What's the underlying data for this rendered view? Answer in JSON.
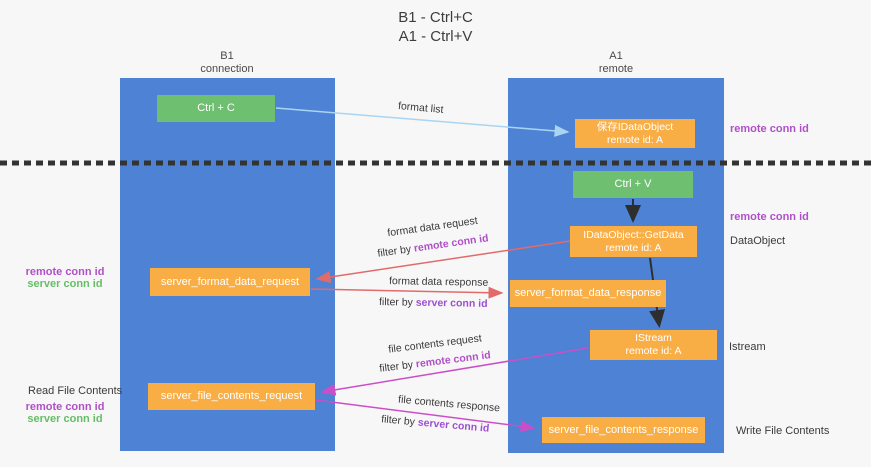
{
  "title": {
    "line1": "B1 - Ctrl+C",
    "line2": "A1 - Ctrl+V"
  },
  "lifelines": {
    "left": {
      "name": "B1",
      "role": "connection"
    },
    "right": {
      "name": "A1",
      "role": "remote"
    }
  },
  "boxes": {
    "ctrl_c": {
      "label": "Ctrl + C"
    },
    "ctrl_v": {
      "label": "Ctrl + V"
    },
    "save_dataobject": {
      "line1": "保存IDataObject",
      "line2": "remote id: A"
    },
    "getdata": {
      "line1": "IDataObject::GetData",
      "line2": "remote id: A"
    },
    "istream": {
      "line1": "IStream",
      "line2": "remote id: A"
    },
    "format_request": {
      "label": "server_format_data_request"
    },
    "format_response": {
      "label": "server_format_data_response"
    },
    "file_request": {
      "label": "server_file_contents_request"
    },
    "file_response": {
      "label": "server_file_contents_response"
    }
  },
  "arrow_labels": {
    "format_list": "format list",
    "format_data_request": "format data request",
    "format_data_response": "format data response",
    "file_contents_request": "file contents request",
    "file_contents_response": "file contents response",
    "filter_by": "filter by",
    "remote_conn_id": "remote conn id",
    "server_conn_id": "server conn id"
  },
  "side_labels": {
    "remote_conn_id": "remote conn id",
    "server_conn_id": "server conn id",
    "dataobject": "DataObject",
    "istream_note": "Istream",
    "read_file_contents": "Read File Contents",
    "write_file_contents": "Write File Contents"
  },
  "colors": {
    "background": "#f7f7f7",
    "lifeline_blue": "#4e82d4",
    "box_green": "#6fbf70",
    "box_orange": "#f9ae45",
    "arrow_light_blue": "#a9d5f2",
    "arrow_red": "#e26a6a",
    "arrow_magenta": "#cb4ec9",
    "arrow_black": "#2e2e2e",
    "dash_line": "#333333",
    "text_purple": "#b050c8",
    "text_violet": "#9d4fd0",
    "text_green": "#67bd67"
  }
}
